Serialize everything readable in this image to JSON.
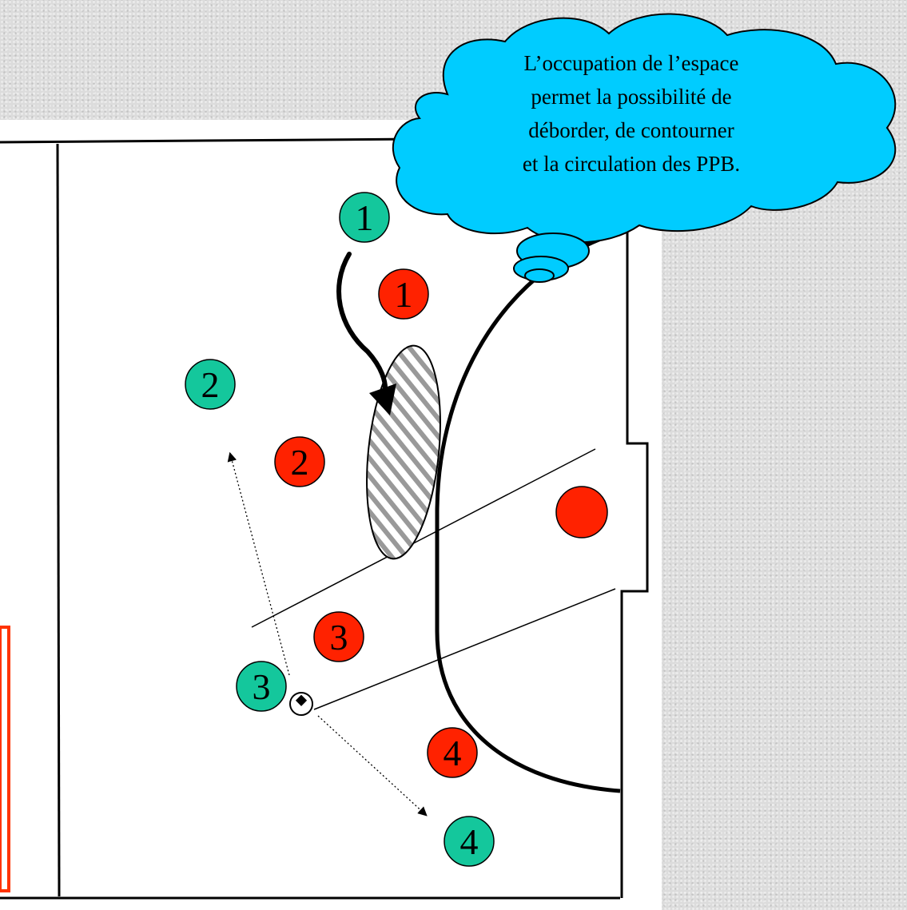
{
  "thought_bubble": {
    "lines": [
      "L’occupation de l’espace",
      "permet la possibilité de",
      "déborder, de contourner",
      "et la circulation des PPB."
    ]
  },
  "colors": {
    "attacker": "#14c79c",
    "defender": "#ff2200",
    "bubble_fill": "#00ccff",
    "court_line": "#000000",
    "zone_hatch": "#999999",
    "highlight_frame": "#ff3300"
  },
  "attackers": [
    {
      "label": "1"
    },
    {
      "label": "2"
    },
    {
      "label": "3"
    },
    {
      "label": "4"
    }
  ],
  "defenders": [
    {
      "label": "1"
    },
    {
      "label": "2"
    },
    {
      "label": "3"
    },
    {
      "label": "4"
    },
    {
      "label": ""
    }
  ]
}
